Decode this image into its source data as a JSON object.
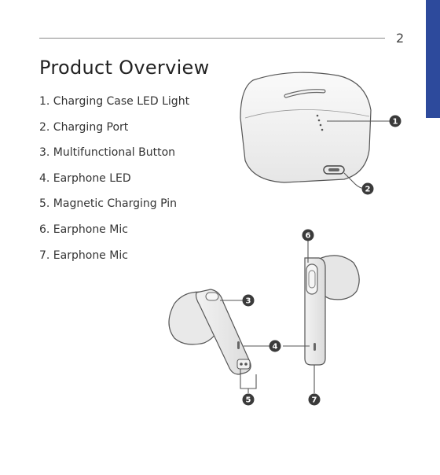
{
  "page": {
    "number": "2"
  },
  "title": "Product Overview",
  "parts": [
    {
      "num": "1",
      "label": "1. Charging Case LED Light"
    },
    {
      "num": "2",
      "label": "2. Charging Port"
    },
    {
      "num": "3",
      "label": "3. Multifunctional Button"
    },
    {
      "num": "4",
      "label": "4. Earphone LED"
    },
    {
      "num": "5",
      "label": "5. Magnetic Charging Pin"
    },
    {
      "num": "6",
      "label": "6. Earphone Mic"
    },
    {
      "num": "7",
      "label": "7. Earphone Mic"
    }
  ],
  "callouts": [
    "1",
    "2",
    "3",
    "4",
    "5",
    "6",
    "7"
  ],
  "colors": {
    "accent_tab": "#2d4a9c",
    "line": "#555555",
    "callout_fill": "#3a3a3a"
  }
}
